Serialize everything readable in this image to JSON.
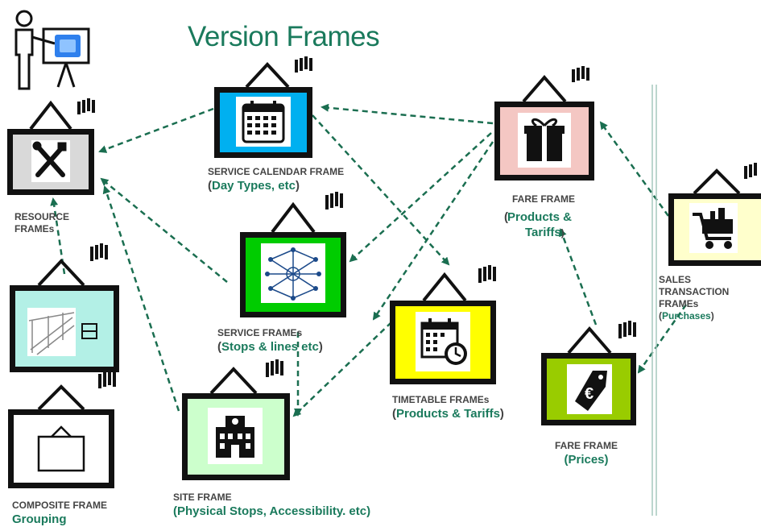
{
  "title": "Version Frames",
  "frames": {
    "resource": {
      "name_line1": "RESOURCE",
      "name_line2": "FRAMEs",
      "fill": "#d9d9d9",
      "icon": "tools-icon"
    },
    "service_calendar": {
      "name": "SERVICE CALENDAR  FRAME",
      "sub": "Day Types, etc",
      "fill": "#00b0f0",
      "icon": "calendar-icon"
    },
    "fare_products": {
      "name": "FARE FRAME",
      "sub_line1": "Products &",
      "sub_line2": "Tariffs",
      "fill": "#f4c7c3",
      "icon": "gift-icon"
    },
    "sales_transaction": {
      "name_line1": "SALES",
      "name_line2": "TRANSACTION",
      "name_line3": "FRAMEs",
      "sub": "Purchases",
      "fill": "#ffffcc",
      "icon": "shopping-cart-icon"
    },
    "service": {
      "name": "SERVICE FRAMEs",
      "sub": "Stops & lines etc",
      "fill": "#00cc00",
      "icon": "network-icon"
    },
    "infrastructure": {
      "fill": "#b3f0e6",
      "icon": "railway-track-icon"
    },
    "timetable": {
      "name": "TIMETABLE FRAMEs",
      "sub": "Products & Tariffs",
      "fill": "#ffff00",
      "icon": "timetable-clock-icon"
    },
    "fare_prices": {
      "name": "FARE FRAME",
      "sub": "(Prices)",
      "fill": "#99cc00",
      "icon": "price-tag-icon"
    },
    "site": {
      "name": "SITE FRAME",
      "sub": "(Physical Stops, Accessibility. etc)",
      "fill": "#ccffcc",
      "icon": "building-icon"
    },
    "composite": {
      "name": "COMPOSITE FRAME",
      "sub": "Grouping",
      "fill": "#ffffff",
      "icon": "frame-icon"
    }
  },
  "colors": {
    "accent": "#1a7a5c",
    "arrow": "#1a6e50",
    "frame_border": "#111111"
  }
}
